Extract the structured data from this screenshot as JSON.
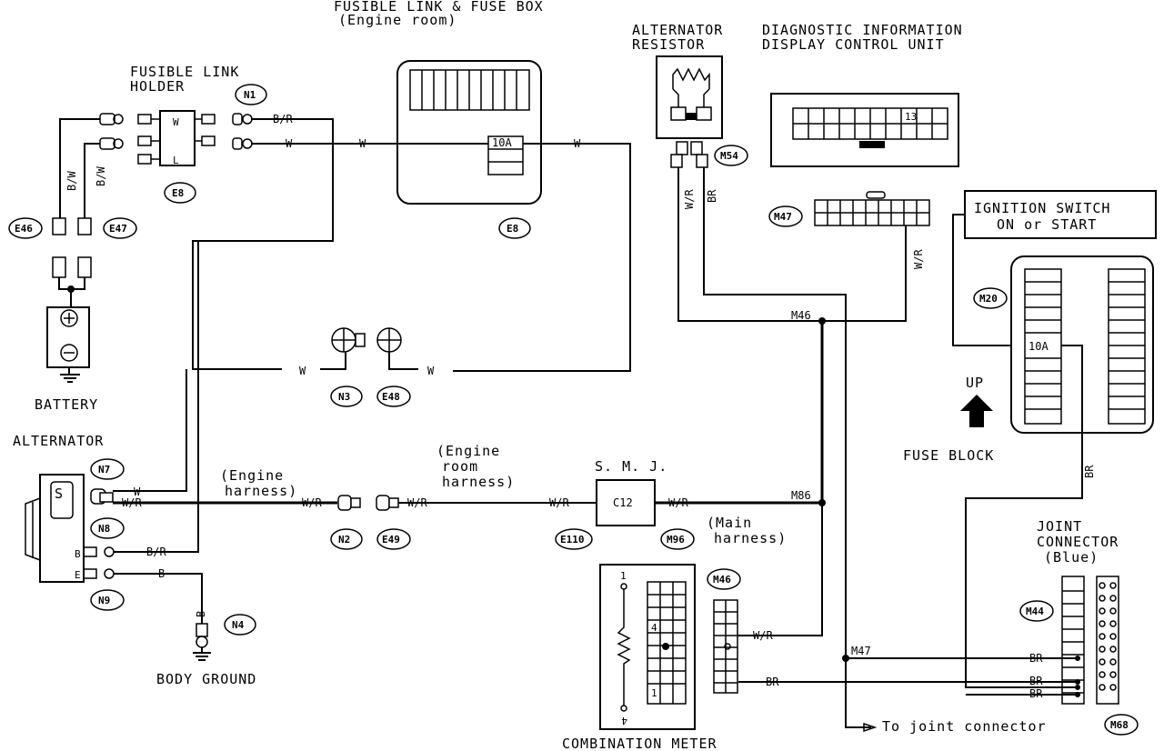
{
  "components": {
    "fusible_link_box": {
      "title": "FUSIBLE LINK & FUSE BOX",
      "subtitle": "(Engine room)",
      "fuse": "10A",
      "connector": "E8"
    },
    "fusible_link_holder": {
      "title_line1": "FUSIBLE LINK",
      "title_line2": "HOLDER",
      "connector_top": "N1",
      "connector_bottom": "E8",
      "pin_w": "W",
      "pin_l": "L"
    },
    "alternator_resistor": {
      "title_line1": "ALTERNATOR",
      "title_line2": "RESISTOR",
      "connector": "M54"
    },
    "diag_unit": {
      "title_line1": "DIAGNOSTIC INFORMATION",
      "title_line2": "DISPLAY CONTROL UNIT",
      "pin": "13",
      "connector": "M47"
    },
    "ignition_switch": {
      "line1": "IGNITION SWITCH",
      "line2": "ON or START"
    },
    "fuse_block": {
      "title": "FUSE BLOCK",
      "fuse": "10A",
      "connector": "M20",
      "up_label": "UP"
    },
    "battery": {
      "title": "BATTERY",
      "connector_left": "E46",
      "connector_right": "E47"
    },
    "alternator": {
      "title": "ALTERNATOR",
      "connector_n7": "N7",
      "connector_n8": "N8",
      "connector_n9": "N9",
      "terminal_s": "S",
      "terminal_b": "B",
      "terminal_e": "E"
    },
    "body_ground": {
      "title": "BODY GROUND",
      "connector": "N4"
    },
    "smj": {
      "title": "S. M. J.",
      "pin": "C12",
      "connector_left": "E110",
      "connector_right": "M96"
    },
    "combination_meter": {
      "title": "COMBINATION METER",
      "connector": "M46",
      "pin_top": "1",
      "pin_mid": "4",
      "pin_bottom": "1",
      "pin_bottom_rot": "4"
    },
    "joint_connector": {
      "title_line1": "JOINT",
      "title_line2": "CONNECTOR",
      "title_line3": "(Blue)",
      "connector": "M44"
    }
  },
  "connectors": {
    "n3": "N3",
    "e48": "E48",
    "n2": "N2",
    "e49": "E49",
    "m46": "M46",
    "m47": "M47",
    "m68": "M68"
  },
  "harness_labels": {
    "engine_harness_1": "(Engine",
    "engine_harness_2": "harness)",
    "engine_room_1": "(Engine",
    "engine_room_2": "room",
    "engine_room_3": "harness)",
    "main_harness_1": "(Main",
    "main_harness_2": "harness)"
  },
  "wires": {
    "br_slash_r": "B/R",
    "w": "W",
    "b_slash_w": "B/W",
    "w_slash_r": "W/R",
    "br": "BR",
    "b": "B"
  },
  "splice_labels": {
    "m46": "M46",
    "m86": "M86",
    "m47": "M47"
  },
  "footer": {
    "to_joint": "To joint connector"
  }
}
